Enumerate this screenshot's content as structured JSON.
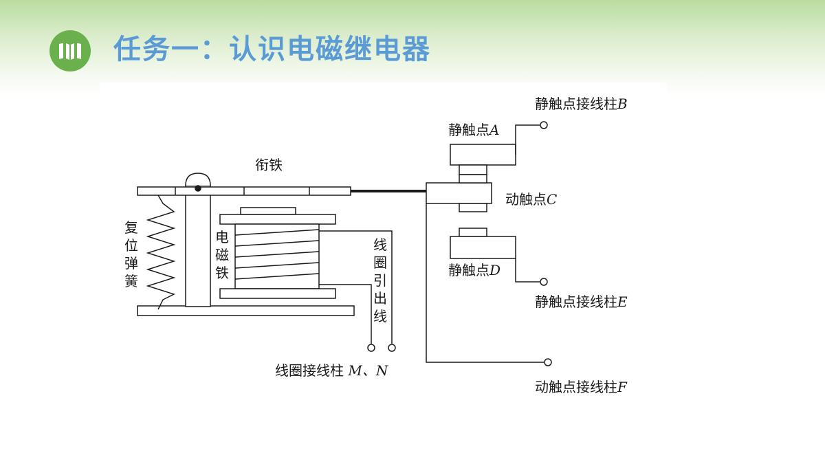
{
  "header": {
    "title": "任务一：认识电磁继电器",
    "logo_icon": "open-book-icon",
    "accent_color": "#5b9bd5",
    "logo_color": "#6ab04c"
  },
  "diagram": {
    "labels": {
      "armature": "衔铁",
      "reset_spring": [
        "复",
        "位",
        "弹",
        "簧"
      ],
      "electromagnet": [
        "电",
        "磁",
        "铁"
      ],
      "coil_lead": [
        "线",
        "圈",
        "引",
        "出",
        "线"
      ],
      "coil_terminals": "线圈接线柱",
      "coil_terminals_letters": "M、N",
      "static_contact_a": "静触点",
      "static_contact_a_letter": "A",
      "static_terminal_b": "静触点接线柱",
      "static_terminal_b_letter": "B",
      "moving_contact_c": "动触点",
      "moving_contact_c_letter": "C",
      "static_contact_d": "静触点",
      "static_contact_d_letter": "D",
      "static_terminal_e": "静触点接线柱",
      "static_terminal_e_letter": "E",
      "moving_terminal_f": "动触点接线柱",
      "moving_terminal_f_letter": "F"
    }
  }
}
